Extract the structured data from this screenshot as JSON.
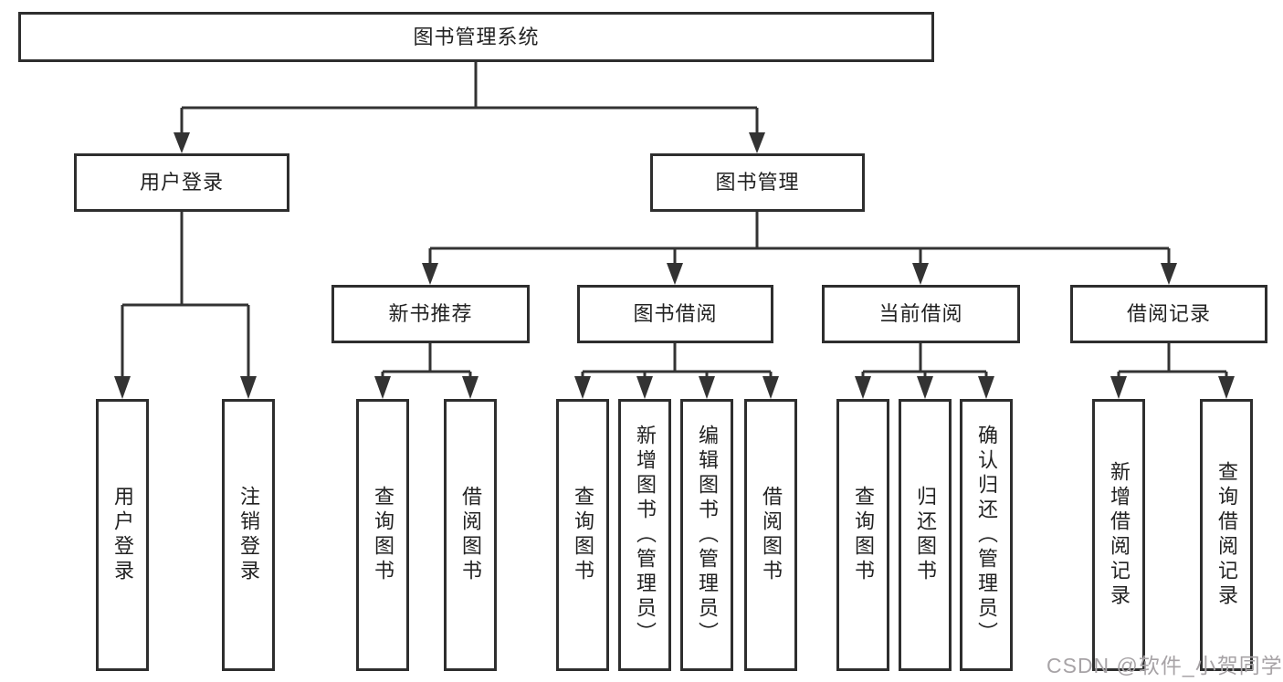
{
  "diagram": {
    "title": "图书管理系统",
    "nodes": {
      "root": "图书管理系统",
      "user_login": "用户登录",
      "book_mgmt": "图书管理",
      "new_book_rec": "新书推荐",
      "book_borrow": "图书借阅",
      "current_borrow": "当前借阅",
      "borrow_record": "借阅记录",
      "leaf_user_login": "用户登录",
      "leaf_logout": "注销登录",
      "leaf_rec_query": "查询图书",
      "leaf_rec_borrow": "借阅图书",
      "leaf_bb_query": "查询图书",
      "leaf_bb_add": "新增图书（管理员）",
      "leaf_bb_edit": "编辑图书（管理员）",
      "leaf_bb_borrow": "借阅图书",
      "leaf_cb_query": "查询图书",
      "leaf_cb_return": "归还图书",
      "leaf_cb_confirm": "确认归还（管理员）",
      "leaf_br_add": "新增借阅记录",
      "leaf_br_query": "查询借阅记录"
    },
    "hierarchy": {
      "图书管理系统": {
        "用户登录": [
          "用户登录",
          "注销登录"
        ],
        "图书管理": {
          "新书推荐": [
            "查询图书",
            "借阅图书"
          ],
          "图书借阅": [
            "查询图书",
            "新增图书（管理员）",
            "编辑图书（管理员）",
            "借阅图书"
          ],
          "当前借阅": [
            "查询图书",
            "归还图书",
            "确认归还（管理员）"
          ],
          "借阅记录": [
            "新增借阅记录",
            "查询借阅记录"
          ]
        }
      }
    },
    "colors": {
      "line": "#333333",
      "box_border": "#2e2e2e",
      "box_fill": "#ffffff",
      "text": "#222222",
      "watermark": "#a7a3a6"
    }
  },
  "watermark": {
    "text": "CSDN @软件_小贺同学"
  }
}
